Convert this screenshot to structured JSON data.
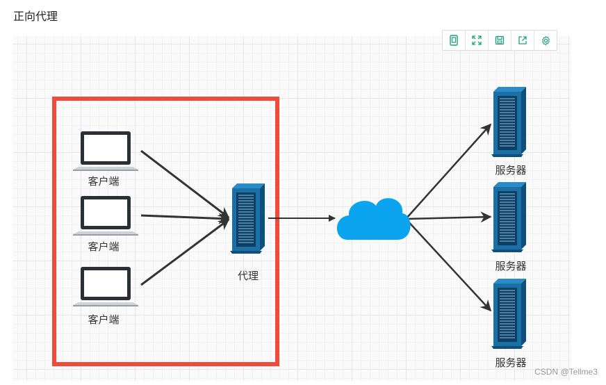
{
  "page": {
    "title": "正向代理"
  },
  "toolbar": {
    "buttons": [
      {
        "icon": "page-icon"
      },
      {
        "icon": "fit-icon"
      },
      {
        "icon": "save-icon"
      },
      {
        "icon": "export-icon"
      },
      {
        "icon": "settings-icon"
      }
    ],
    "accent_color": "#1aa07a"
  },
  "diagram": {
    "highlight_color": "#f04b3a",
    "clients": [
      {
        "label": "客户端"
      },
      {
        "label": "客户端"
      },
      {
        "label": "客户端"
      }
    ],
    "proxy": {
      "label": "代理"
    },
    "internet": {
      "icon": "cloud-icon",
      "color": "#0aa5ee"
    },
    "servers": [
      {
        "label": "服务器"
      },
      {
        "label": "服务器"
      },
      {
        "label": "服务器"
      }
    ],
    "server_color": "#1a6fa5"
  },
  "watermark": {
    "text": "CSDN @Tellme3"
  }
}
